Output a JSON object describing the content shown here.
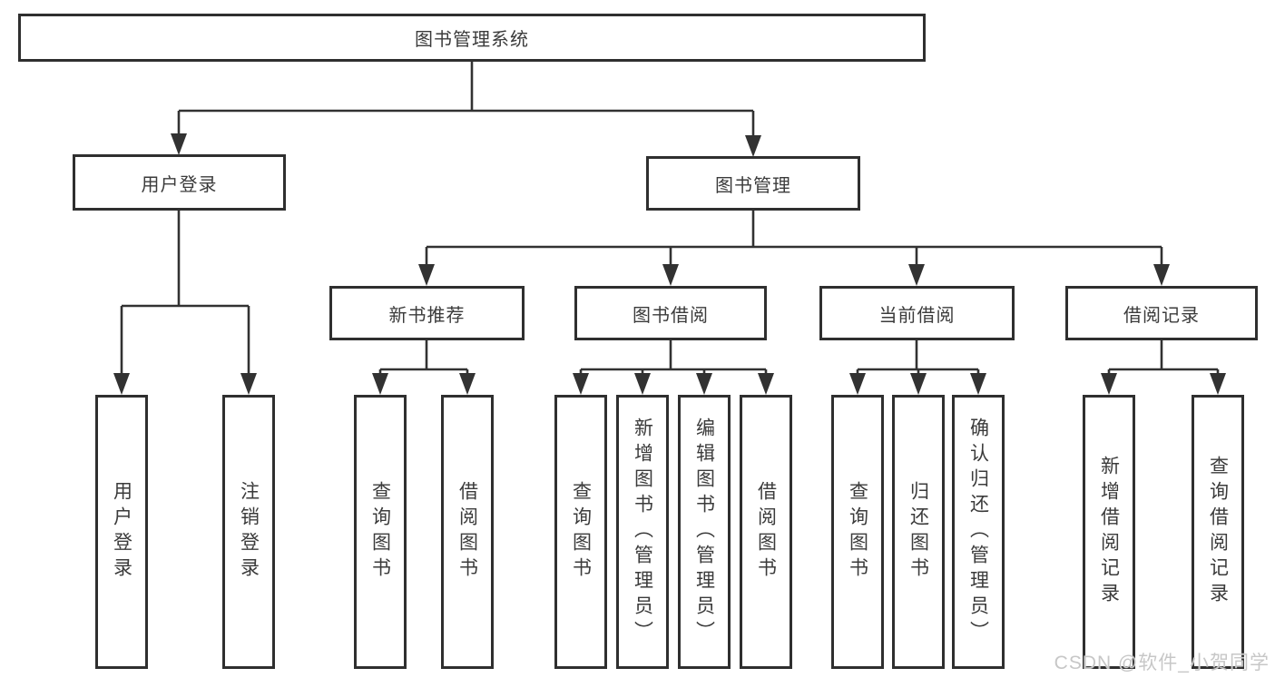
{
  "diagram": {
    "title": "图书管理系统",
    "watermark": "CSDN @软件_小贺同学",
    "colors": {
      "line": "#323232",
      "border": "#2f2f2f",
      "text": "#3b3b3b",
      "watermark": "#c7c7c7",
      "background": "#ffffff"
    },
    "nodes": {
      "root": {
        "label": "图书管理系统"
      },
      "user_login": {
        "label": "用户登录"
      },
      "book_mgmt": {
        "label": "图书管理"
      },
      "new_book_rec": {
        "label": "新书推荐"
      },
      "book_borrow": {
        "label": "图书借阅"
      },
      "current_borrow": {
        "label": "当前借阅"
      },
      "borrow_records": {
        "label": "借阅记录"
      },
      "ul_login": {
        "label": "用户登录"
      },
      "ul_logout": {
        "label": "注销登录"
      },
      "nb_query": {
        "label": "查询图书"
      },
      "nb_borrow": {
        "label": "借阅图书"
      },
      "bb_query": {
        "label": "查询图书"
      },
      "bb_add": {
        "label": "新增图书（管理员）"
      },
      "bb_edit": {
        "label": "编辑图书（管理员）"
      },
      "bb_borrow": {
        "label": "借阅图书"
      },
      "cb_query": {
        "label": "查询图书"
      },
      "cb_return": {
        "label": "归还图书"
      },
      "cb_confirm": {
        "label": "确认归还（管理员）"
      },
      "br_add": {
        "label": "新增借阅记录"
      },
      "br_query": {
        "label": "查询借阅记录"
      }
    },
    "structure": [
      {
        "parent": "图书管理系统",
        "children": [
          "用户登录",
          "图书管理"
        ]
      },
      {
        "parent": "用户登录",
        "children": [
          "用户登录",
          "注销登录"
        ]
      },
      {
        "parent": "图书管理",
        "children": [
          "新书推荐",
          "图书借阅",
          "当前借阅",
          "借阅记录"
        ]
      },
      {
        "parent": "新书推荐",
        "children": [
          "查询图书",
          "借阅图书"
        ]
      },
      {
        "parent": "图书借阅",
        "children": [
          "查询图书",
          "新增图书（管理员）",
          "编辑图书（管理员）",
          "借阅图书"
        ]
      },
      {
        "parent": "当前借阅",
        "children": [
          "查询图书",
          "归还图书",
          "确认归还（管理员）"
        ]
      },
      {
        "parent": "借阅记录",
        "children": [
          "新增借阅记录",
          "查询借阅记录"
        ]
      }
    ]
  }
}
